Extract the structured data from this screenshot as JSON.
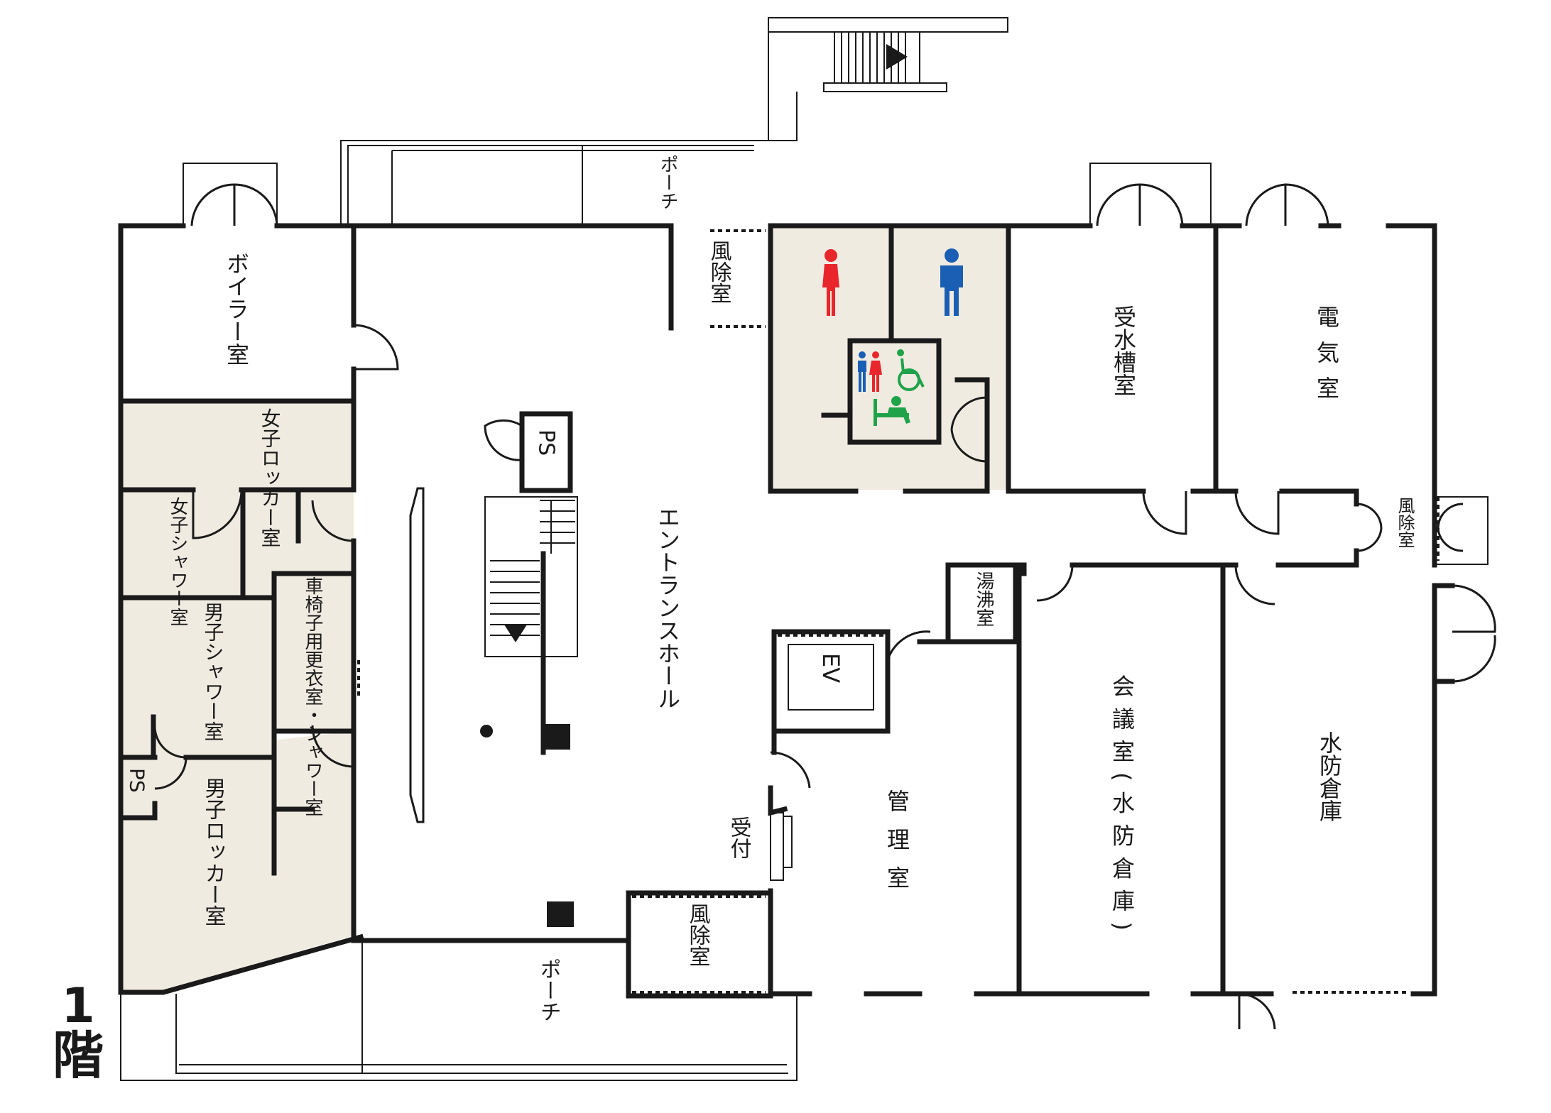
{
  "floor": {
    "number": "1",
    "label": "階"
  },
  "colors": {
    "wall": "#1a1a1a",
    "beige": "#f0ebe1",
    "female": "#e8262b",
    "male": "#1a5fb4",
    "accessible": "#1fa34a"
  },
  "rooms": {
    "boiler": "ボイラー室",
    "women_locker": "女子ロッカー室",
    "women_shower": "女子シャワー室",
    "men_shower": "男子シャワー室",
    "wheelchair": "車椅子用更衣室・シャワー室",
    "men_locker": "男子ロッカー室",
    "ps_left": "PS",
    "ps_center": "PS",
    "entrance_hall": "エントランスホール",
    "porch_top": "ポーチ",
    "porch_bottom": "ポーチ",
    "windbreak_top": "風除室",
    "windbreak_bottom": "風除室",
    "windbreak_right": "風除室",
    "water_tank": "受水槽室",
    "electric": "電気室",
    "kitchenette": "湯沸室",
    "elevator": "EV",
    "reception": "受付",
    "office": "管理室",
    "meeting": "会議室(水防倉庫)",
    "flood_storage": "水防倉庫"
  },
  "icons": [
    "female-toilet-icon",
    "male-toilet-icon",
    "accessible-toilet-icon",
    "baby-changing-icon",
    "stair-arrow-icon"
  ]
}
